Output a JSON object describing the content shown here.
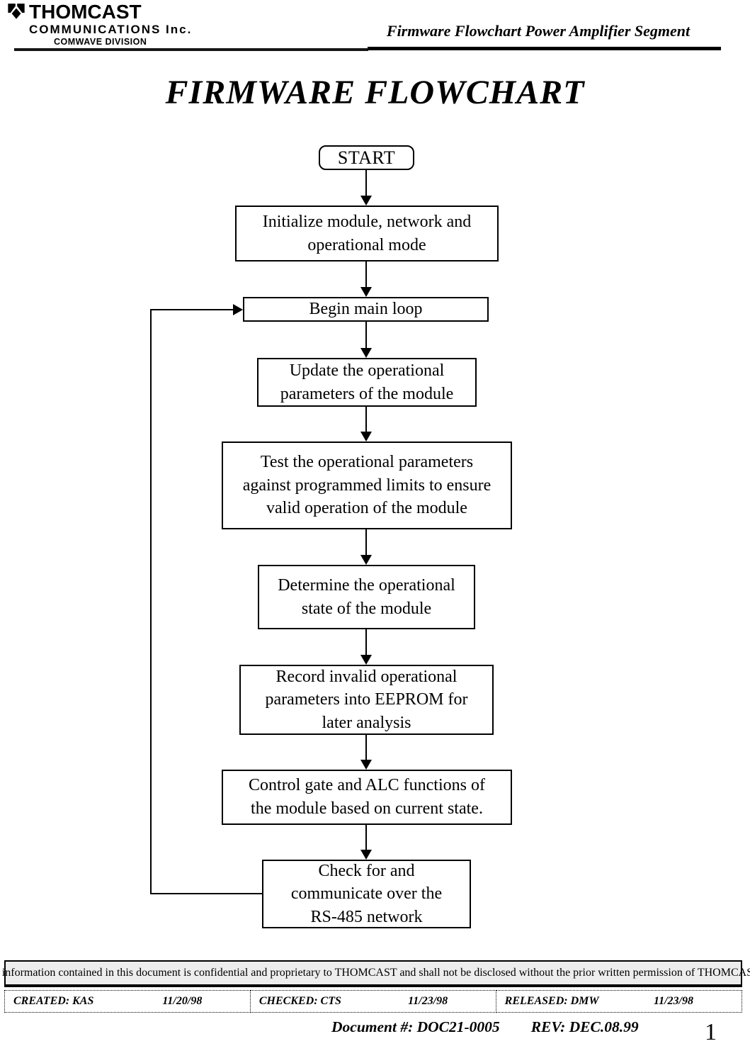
{
  "header": {
    "logo": {
      "name": "THOMCAST",
      "line2": "COMMUNICATIONS Inc.",
      "line3": "COMWAVE DIVISION"
    },
    "doc_title": "Firmware Flowchart Power Amplifier Segment"
  },
  "title": "FIRMWARE FLOWCHART",
  "flowchart": {
    "nodes": [
      {
        "id": "start",
        "label": "START"
      },
      {
        "id": "initialize",
        "label": "Initialize module, network and\noperational mode"
      },
      {
        "id": "begin-loop",
        "label": "Begin main loop"
      },
      {
        "id": "update",
        "label": "Update the operational\nparameters of the module"
      },
      {
        "id": "test",
        "label": "Test the operational parameters\nagainst programmed limits to ensure\nvalid operation of the module"
      },
      {
        "id": "determine",
        "label": "Determine the operational\nstate of the module"
      },
      {
        "id": "record",
        "label": "Record invalid operational\nparameters into EEPROM for\nlater analysis"
      },
      {
        "id": "control",
        "label": "Control gate and ALC functions of\nthe module based on current state."
      },
      {
        "id": "check",
        "label": "Check for and\ncommunicate over the\nRS-485 network"
      }
    ]
  },
  "footer": {
    "confidentiality": "All information contained in this document is confidential and proprietary to THOMCAST and shall not be disclosed without the prior written permission of THOMCAST.",
    "created_label": "CREATED: KAS",
    "created_date": "11/20/98",
    "checked_label": "CHECKED: CTS",
    "checked_date": "11/23/98",
    "released_label": "RELEASED: DMW",
    "released_date": "11/23/98",
    "document_number": "Document #: DOC21-0005",
    "revision": "REV: DEC.08.99",
    "page_number": "1"
  },
  "colors": {
    "ink": "#000000",
    "confidential_bg": "#ededed"
  }
}
